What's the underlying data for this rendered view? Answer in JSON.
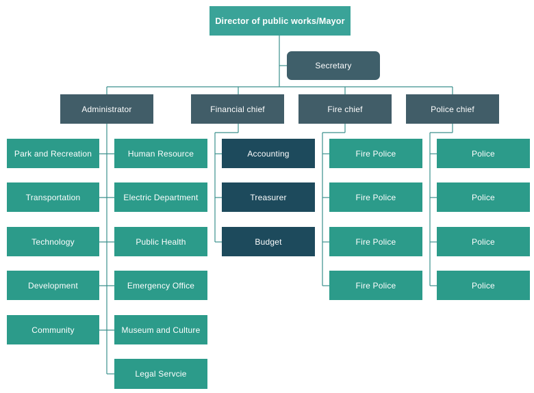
{
  "chart": {
    "top": "Director of public works/Mayor",
    "secretary": "Secretary",
    "chiefs": {
      "administrator": "Administrator",
      "financial": "Financial chief",
      "fire": "Fire chief",
      "police": "Police chief"
    },
    "admin_left": [
      "Park and Recreation",
      "Transportation",
      "Technology",
      "Development",
      "Community"
    ],
    "admin_right": [
      "Human Resource",
      "Electric Department",
      "Public Health",
      "Emergency Office",
      "Museum and Culture",
      "Legal Servcie"
    ],
    "finance": [
      "Accounting",
      "Treasurer",
      "Budget"
    ],
    "fire": [
      "Fire Police",
      "Fire Police",
      "Fire Police",
      "Fire Police"
    ],
    "police": [
      "Police",
      "Police",
      "Police",
      "Police"
    ]
  },
  "colors": {
    "top": "#3aa398",
    "secretary": "#3f5f6a",
    "chief": "#415d68",
    "leaf": "#2c9b8a",
    "finance": "#1d4a5c",
    "connector": "#3a8f8c"
  }
}
